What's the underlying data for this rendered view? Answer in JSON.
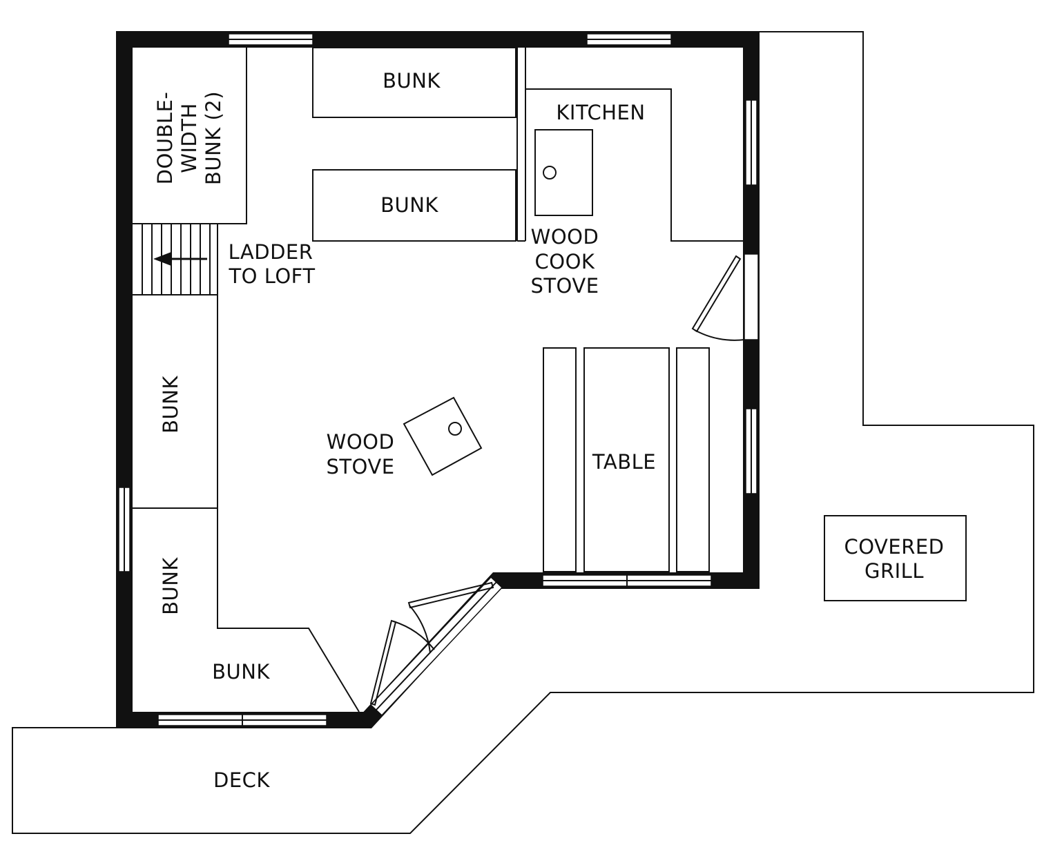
{
  "labels": {
    "bunk_top": "BUNK",
    "bunk_mid": "BUNK",
    "double_bunk_line1": "DOUBLE-",
    "double_bunk_line2": "WIDTH",
    "double_bunk_line3": "BUNK (2)",
    "kitchen": "KITCHEN",
    "cook_stove_line1": "WOOD",
    "cook_stove_line2": "COOK",
    "cook_stove_line3": "STOVE",
    "ladder_line1": "LADDER",
    "ladder_line2": "TO LOFT",
    "bunk_left_upper": "BUNK",
    "bunk_left_lower": "BUNK",
    "bunk_bottom": "BUNK",
    "wood_stove_line1": "WOOD",
    "wood_stove_line2": "STOVE",
    "table": "TABLE",
    "grill_line1": "COVERED",
    "grill_line2": "GRILL",
    "deck": "DECK"
  },
  "colors": {
    "wall": "#111111",
    "line": "#111111",
    "background": "#ffffff"
  }
}
